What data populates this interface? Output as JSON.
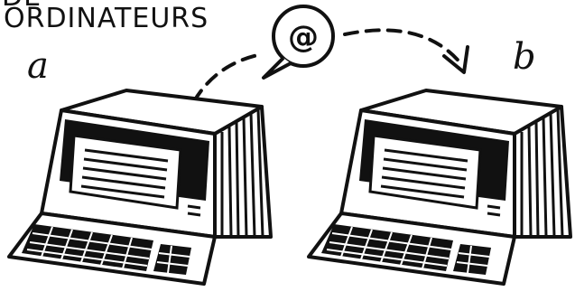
{
  "heading": {
    "partial_line": "DE",
    "main_line": "ORDINATEURS"
  },
  "message_symbol": "@",
  "computers": [
    {
      "label": "a"
    },
    {
      "label": "b"
    }
  ],
  "colors": {
    "ink": "#111111",
    "paper": "#ffffff"
  }
}
